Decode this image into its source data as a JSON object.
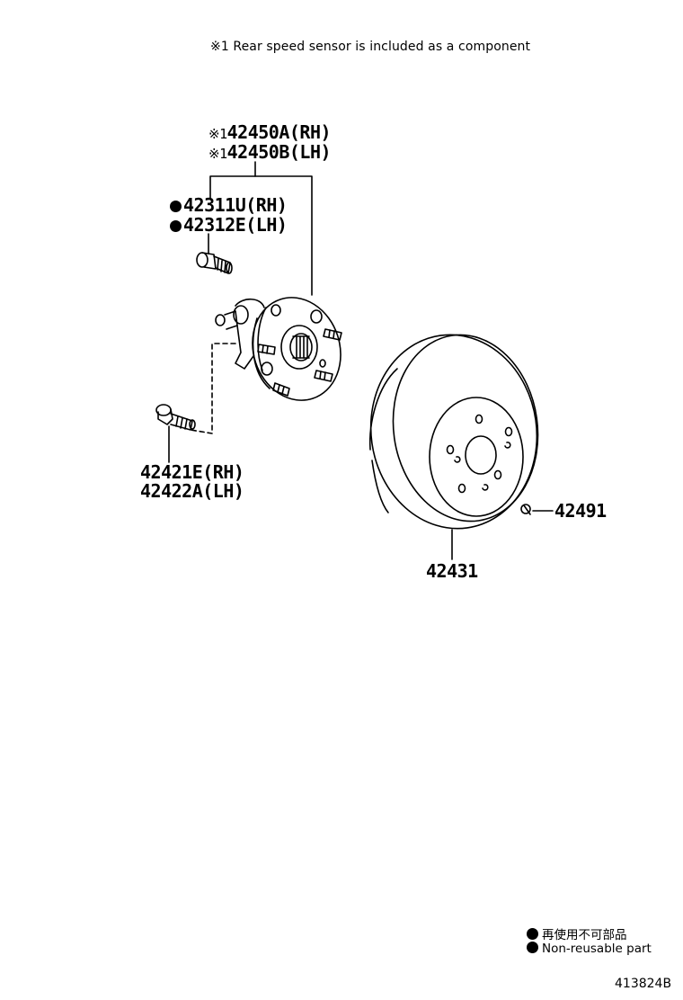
{
  "note": "※1 Rear speed sensor is included as a component",
  "parts": {
    "hub_rh": {
      "mark": "※1",
      "number": "42450A(RH)"
    },
    "hub_lh": {
      "mark": "※1",
      "number": "42450B(LH)"
    },
    "bolt_rh": "42311U(RH)",
    "bolt_lh": "42312E(LH)",
    "mount_bolt_rh": "42421E(RH)",
    "mount_bolt_lh": "42422A(LH)",
    "disc": "42431",
    "plug": "42491"
  },
  "legend": {
    "japanese": "再使用不可部品",
    "english": "Non-reusable part"
  },
  "document_id": "413824B"
}
